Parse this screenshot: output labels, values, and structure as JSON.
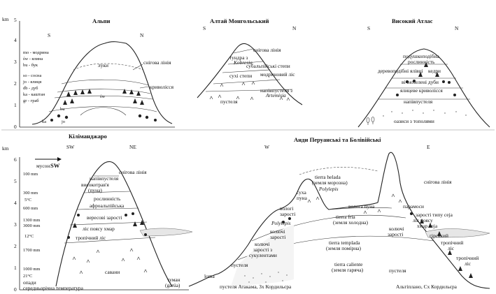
{
  "panels": {
    "alps": {
      "title": "Альпи",
      "dir_left": "S",
      "dir_right": "N",
      "axis_unit": "km",
      "ticks": [
        "0",
        "1",
        "2",
        "3",
        "4",
        "5"
      ],
      "legend": [
        "mo - модрина",
        "św - ялина",
        "bu - бук",
        "so - сосна",
        "jo - ялиця",
        "db - дуб",
        "ka - каштан",
        "gr - граб"
      ],
      "labels": {
        "luky": "луки",
        "snow": "снігова лінія",
        "kryvol": "криволісся",
        "bu_mark": "bu",
        "jo_mark": "jo",
        "sw_mark": "św",
        "ka_mark": "ka"
      }
    },
    "altai": {
      "title": "Алтай Монгольський",
      "dir_left": "S",
      "dir_right": "N",
      "labels": {
        "snow": "снігова лінія",
        "tundra": "тундра з",
        "kobresia": "Kobresia",
        "subalp": "субальпійські степи",
        "dry_steppe": "сухі степи",
        "larch": "модриновий ліс",
        "semidesert": "напівпустеля з",
        "artemisia": "Artemisia",
        "desert": "пустеля"
      }
    },
    "atlas": {
      "title": "Високий Атлас",
      "dir_left": "S",
      "dir_right": "N",
      "labels": {
        "cushion1": "подушкоподібна",
        "cushion2": "рослинність",
        "juniper": "деревоподібні ялівці",
        "cedar": "кедри",
        "evergreen_oak": "вічнозелені дуби",
        "fir_krumm": "ялицеве криволісся",
        "semidesert": "напівпустеля",
        "oases": "оазиси з тополями"
      }
    },
    "kili": {
      "title": "Кіліманджаро",
      "dir_left": "SW",
      "dir_right": "NE",
      "axis_unit": "km",
      "ticks": [
        "0",
        "1",
        "2",
        "3",
        "4",
        "5",
        "6"
      ],
      "monsoon": "мусон",
      "monsoon_dir": "SW",
      "precip": [
        "100 mm",
        "300 mm",
        "600 mm",
        "1300 mm",
        "3000 mm",
        "1700 mm",
        "1000 mm"
      ],
      "temps": [
        "5°C",
        "12°C",
        "21°C"
      ],
      "temp_note1": "опади",
      "temp_note2": "середньорічна температура",
      "labels": {
        "snow": "снігова лінія",
        "semidesert": "напівпустеля",
        "highgrass1": "високотрав'я",
        "highgrass2": "(пуна)",
        "plants": "рослинність",
        "afroalp": "афроальпійська",
        "heath": "вересові зарості",
        "cloudbelt": "ліс поясу хмар",
        "tropical": "тропічний ліс",
        "savanna": "савани"
      }
    },
    "andes": {
      "title": "Анди Перуанські та Болівійські",
      "dir_left": "W",
      "dir_right": "E",
      "labels": {
        "tierra_helada": "tierra helada",
        "helada_ua": "(земля морозна)",
        "polylepis_top": "Polylepis",
        "dry_puna1": "суха",
        "dry_puna2": "пуна",
        "wet_puna": "волога пуна",
        "polylepis_left": "Polylepis",
        "wet_thickets1": "вологі",
        "wet_thickets2": "зарості",
        "thorny1": "колючі",
        "thorny2": "зарості",
        "thorny_succ1": "колючі",
        "thorny_succ2": "зарості з",
        "thorny_succ3": "сукулентами",
        "tierra_fria": "tierra fria",
        "fria_ua": "(земля холодна)",
        "tierra_templada": "tierra templada",
        "templada_ua": "(земля помірна)",
        "tierra_caliente": "tierra caliente",
        "caliente_ua": "(земля гаряча)",
        "snow": "снігова лінія",
        "paramos": "парамоси",
        "ceja1": "зарості типу сеја",
        "ceja2": "ліс поясу",
        "ceja3": "хмар сеја",
        "mountain": "гірський",
        "tropical1": "тропічний",
        "tropical2": "ліс",
        "tropical3": "тропічний",
        "tropical4": "ліс",
        "thorny_right1": "колючі",
        "thorny_right2": "зарості",
        "desert_right": "пустеля",
        "desert_left": "пустеля",
        "fog1": "туман",
        "fog2": "(garúa)",
        "loma": "loma",
        "atacama": "пустеля Атакама, Зх Кордильєра",
        "altiplano": "Альтіплано, Сх Кордильєра"
      }
    }
  }
}
